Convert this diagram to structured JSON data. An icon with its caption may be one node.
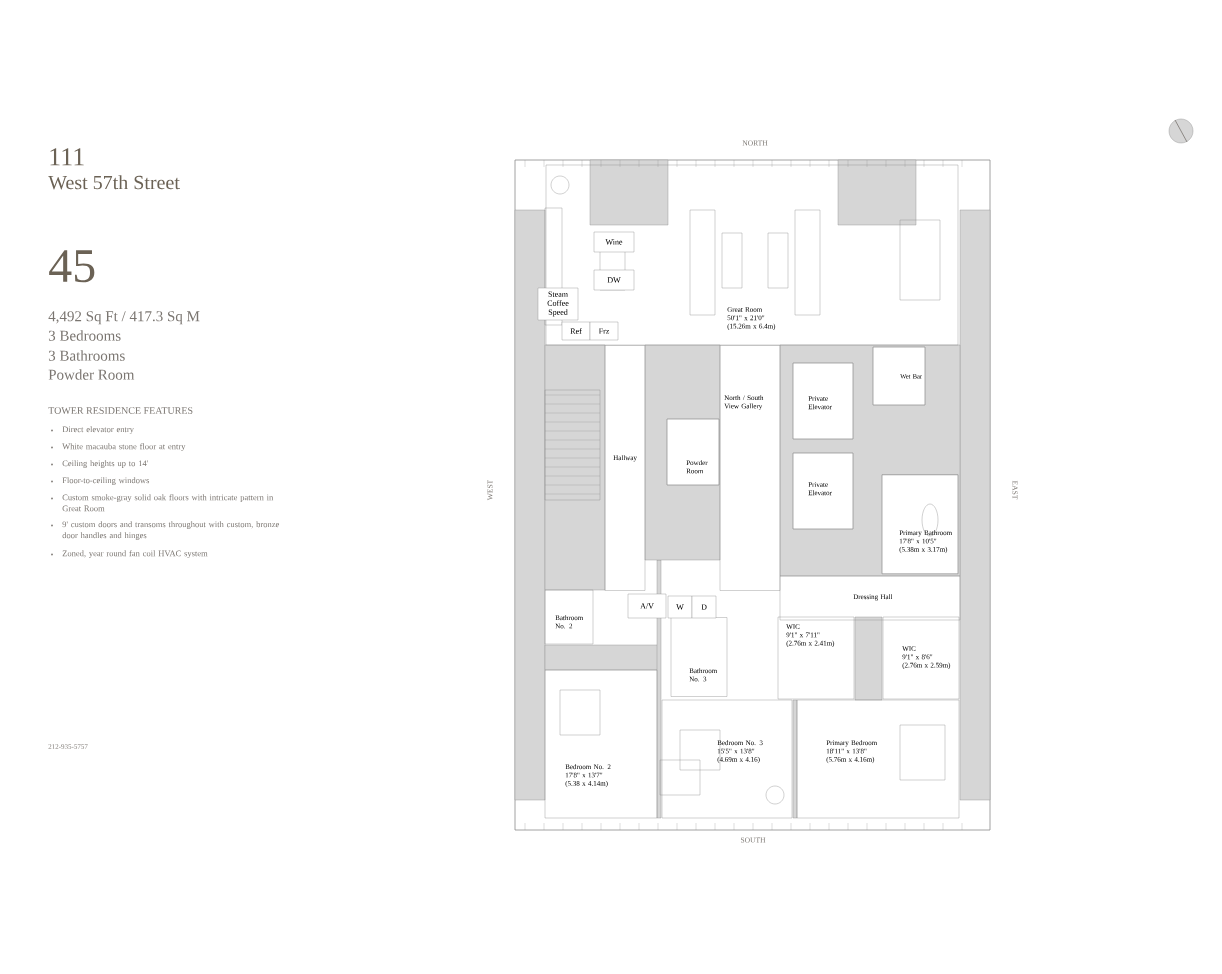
{
  "diagram": {
    "nodes": [
      {
        "text": [
          "Great Room",
          "50'1\" x 21'0\"",
          "(15.26m x 6.4m)"
        ]
      },
      {
        "text": [
          "Hallway"
        ]
      },
      {
        "text": [
          "North / South View Gallery"
        ]
      },
      {
        "text": [
          "Powder Room"
        ]
      },
      {
        "text": [
          "Private Elevator"
        ]
      },
      {
        "text": [
          "Wet Bar"
        ]
      },
      {
        "text": [
          "Private Elevator"
        ]
      },
      {
        "text": [
          "Primary Bathroom",
          "17'8\" x 10'5\"",
          "(5.38m x 3.17m)"
        ]
      },
      {
        "text": [
          "Dressing Hall"
        ]
      },
      {
        "text": [
          "Bathroom No. 2"
        ]
      },
      {
        "text": [
          "Bathroom No. 3"
        ]
      },
      {
        "text": [
          "WIC",
          "9'1\" x 7'11\"",
          "(2.76m x 2.41m)"
        ]
      },
      {
        "text": [
          "WIC",
          "9'1\" x 8'6\"",
          "(2.76m x 2.59m)"
        ]
      },
      {
        "text": [
          "Bedroom No. 2",
          "17'8\" x 13'7\"",
          "(5.38 x 4.14m)"
        ]
      },
      {
        "text": [
          "Bedroom No. 3",
          "15'5\" x 13'8\"",
          "(4.69m x 4.16)"
        ]
      },
      {
        "text": [
          "Primary Bedroom",
          "18'11\" x 13'8\"",
          "(5.76m x 4.16m)"
        ]
      }
    ],
    "labels": [
      "111",
      "West 57th Street",
      "45",
      "4,492 Sq Ft / 417.3 Sq M",
      "3 Bedrooms",
      "3 Bathrooms",
      "Powder Room",
      "TOWER RESIDENCE FEATURES",
      "Direct elevator entry",
      "White macauba stone floor at entry",
      "Ceiling heights up to 14'",
      "Floor-to-ceiling windows",
      "Custom smoke-gray solid oak floors with intricate pattern in Great Room",
      "9' custom doors and transoms throughout with custom, bronze door handles and hinges",
      "Zoned, year round fan coil HVAC system",
      "212-935-5757",
      "NORTH",
      "WEST",
      "EAST",
      "SOUTH",
      "Wine",
      "DW",
      "Steam Coffee Speed",
      "Ref",
      "Frz",
      "A/V",
      "W",
      "D"
    ]
  }
}
